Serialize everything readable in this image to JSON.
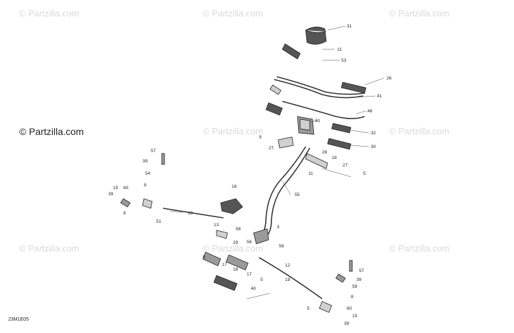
{
  "watermark": {
    "text": "© Partzilla.com",
    "main_text": "© Partzilla.com"
  },
  "diagram_id": "23M1E05",
  "callouts": [
    "31",
    "11",
    "53",
    "26",
    "41",
    "46",
    "61",
    "32",
    "30",
    "9",
    "27",
    "28",
    "18",
    "27",
    "11",
    "5",
    "57",
    "39",
    "54",
    "8",
    "16",
    "55",
    "15",
    "39",
    "60",
    "8",
    "51",
    "10",
    "13",
    "58",
    "3",
    "29",
    "56",
    "56",
    "9",
    "17",
    "18",
    "17",
    "12",
    "5",
    "40",
    "19",
    "57",
    "39",
    "59",
    "8",
    "5",
    "60",
    "15",
    "39"
  ],
  "colors": {
    "watermark": "#d9d9d9",
    "linework": "#222222",
    "part_fill": "#9a9a9a"
  }
}
